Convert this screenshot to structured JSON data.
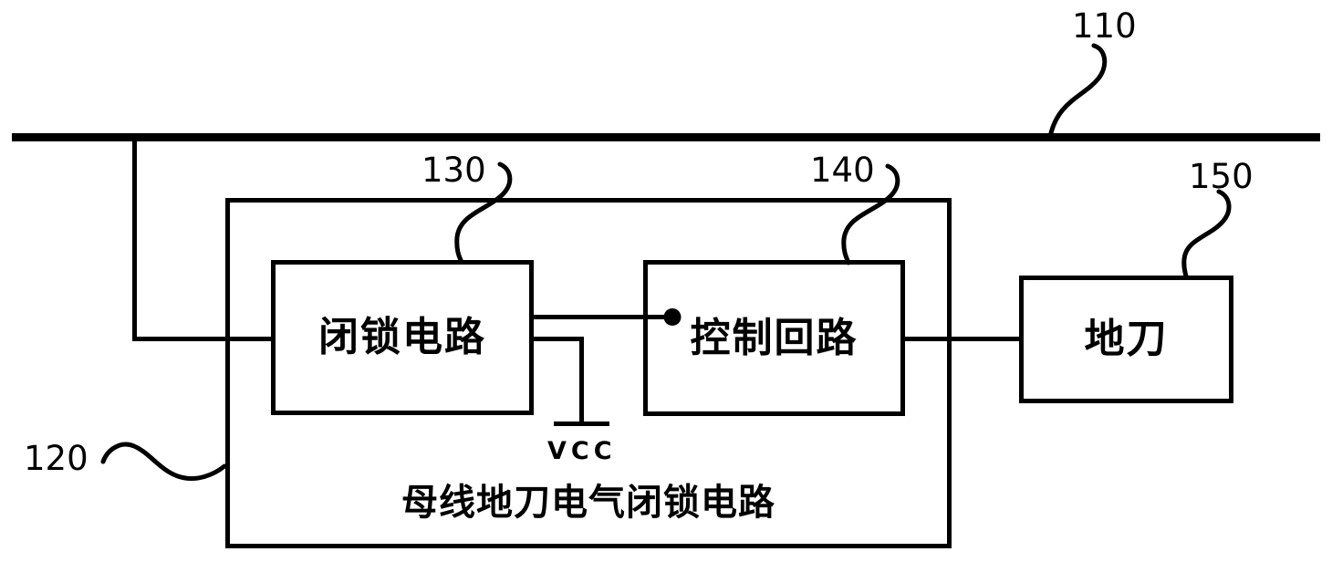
{
  "diagram": {
    "caption": "母线地刀电气闭锁电路",
    "power_label": "VCC",
    "blocks": {
      "interlock": "闭锁电路",
      "control": "控制回路",
      "switch": "地刀"
    },
    "refs": {
      "bus": "110",
      "outer": "120",
      "interlock": "130",
      "control": "140",
      "switch": "150"
    },
    "colors": {
      "line": "#000000",
      "background": "#ffffff"
    }
  }
}
